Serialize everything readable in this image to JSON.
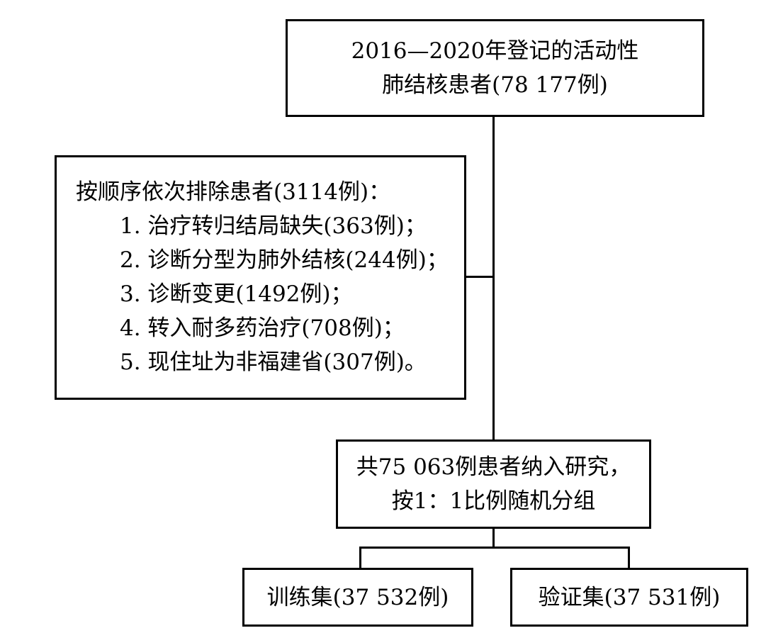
{
  "flowchart": {
    "registered": {
      "lines": [
        "2016—2020年登记的活动性",
        "肺结核患者(78 177例)"
      ]
    },
    "excluded": {
      "heading": "按顺序依次排除患者(3114例)：",
      "items": [
        "1. 治疗转归结局缺失(363例)；",
        "2. 诊断分型为肺外结核(244例)；",
        "3. 诊断变更(1492例)；",
        "4. 转入耐多药治疗(708例)；",
        "5. 现住址为非福建省(307例)。"
      ]
    },
    "included": {
      "lines": [
        "共75 063例患者纳入研究，",
        "按1：1比例随机分组"
      ]
    },
    "training": {
      "label": "训练集(37 532例)"
    },
    "validation": {
      "label": "验证集(37 531例)"
    }
  }
}
